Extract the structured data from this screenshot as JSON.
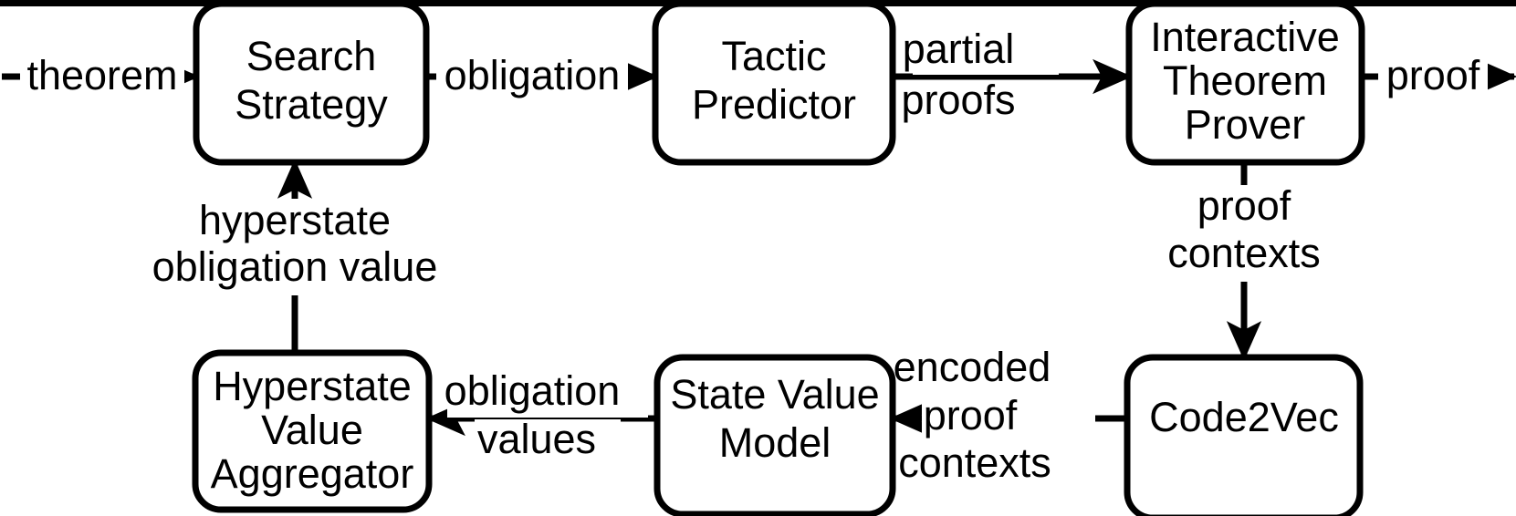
{
  "diagram": {
    "title": "Theorem proving pipeline architecture",
    "background_color": "#ffffff",
    "stroke_color": "#000000",
    "nodes": [
      {
        "id": "search_strategy",
        "label_lines": [
          "Search",
          "Strategy"
        ]
      },
      {
        "id": "tactic_predictor",
        "label_lines": [
          "Tactic",
          "Predictor"
        ]
      },
      {
        "id": "itp",
        "label_lines": [
          "Interactive",
          "Theorem",
          "Prover"
        ]
      },
      {
        "id": "code2vec",
        "label_lines": [
          "Code2Vec"
        ]
      },
      {
        "id": "state_value",
        "label_lines": [
          "State Value",
          "Model"
        ]
      },
      {
        "id": "hva",
        "label_lines": [
          "Hyperstate",
          "Value",
          "Aggregator"
        ]
      }
    ],
    "edges": [
      {
        "id": "in-theorem",
        "label_lines": [
          "theorem"
        ]
      },
      {
        "id": "search-to-tactic",
        "label_lines": [
          "obligation"
        ]
      },
      {
        "id": "tactic-to-itp",
        "label_lines": [
          "partial",
          "proofs"
        ]
      },
      {
        "id": "itp-out-proof",
        "label_lines": [
          "proof"
        ]
      },
      {
        "id": "itp-to-code2vec",
        "label_lines": [
          "proof",
          "contexts"
        ]
      },
      {
        "id": "code2vec-to-svm",
        "label_lines": [
          "encoded",
          "proof",
          "contexts"
        ]
      },
      {
        "id": "svm-to-hva",
        "label_lines": [
          "obligation",
          "values"
        ]
      },
      {
        "id": "hva-to-search",
        "label_lines": [
          "hyperstate",
          "obligation value"
        ]
      }
    ]
  }
}
